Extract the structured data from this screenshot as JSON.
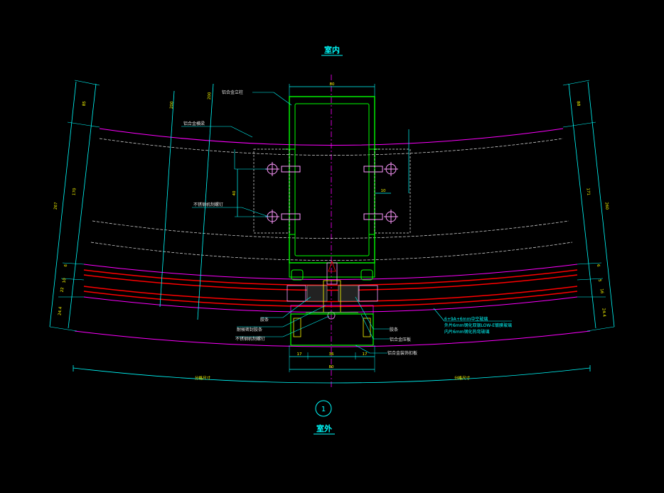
{
  "titles": {
    "indoor": "室内",
    "outdoor": "室外",
    "detail_number": "1"
  },
  "labels": {
    "aluminum_mullion": "铝合金立柱",
    "aluminum_transom": "铝合金横梁",
    "stainless_bolt_upper": "不锈钢机制螺钉",
    "rubber_strip_left": "胶条",
    "weather_sealant": "耐候密封胶条",
    "stainless_bolt_lower": "不锈钢机制螺钉",
    "rubber_strip_right": "胶条",
    "aluminum_pressure_plate": "铝合金压板",
    "aluminum_cover": "铝合金装饰扣板",
    "glass_line1": "6+9A+6mm中空玻璃",
    "glass_line2": "外片6mm钢化双银LOW-E镀膜玻璃",
    "glass_line3": "内片6mm钢化热弯玻璃",
    "division_left": "分格尺寸",
    "division_right": "分格尺寸"
  },
  "dimensions": {
    "mullion_width": "80",
    "bottom_overall": "80",
    "bottom_left": "17",
    "bottom_mid": "36",
    "bottom_right": "17",
    "bolt_vertical": "40",
    "bolt_horizontal": "10",
    "depth_left": "200",
    "left_outer": "267",
    "left_upper": "85",
    "left_mid": "170",
    "left_a": "6",
    "left_b": "10",
    "left_c": "22",
    "left_d": "24.4",
    "right_outer": "260",
    "right_upper": "88",
    "right_mid": "171",
    "right_a": "6",
    "right_b": "5",
    "right_c": "16",
    "right_d": "24.4"
  },
  "colors": {
    "background": "#000000",
    "dimension": "#00ffff",
    "profile": "#00ff00",
    "glass": "#ff0000",
    "outline": "#ff00ff",
    "annotation": "#e6e6e6",
    "fixture": "#ff99ff"
  }
}
